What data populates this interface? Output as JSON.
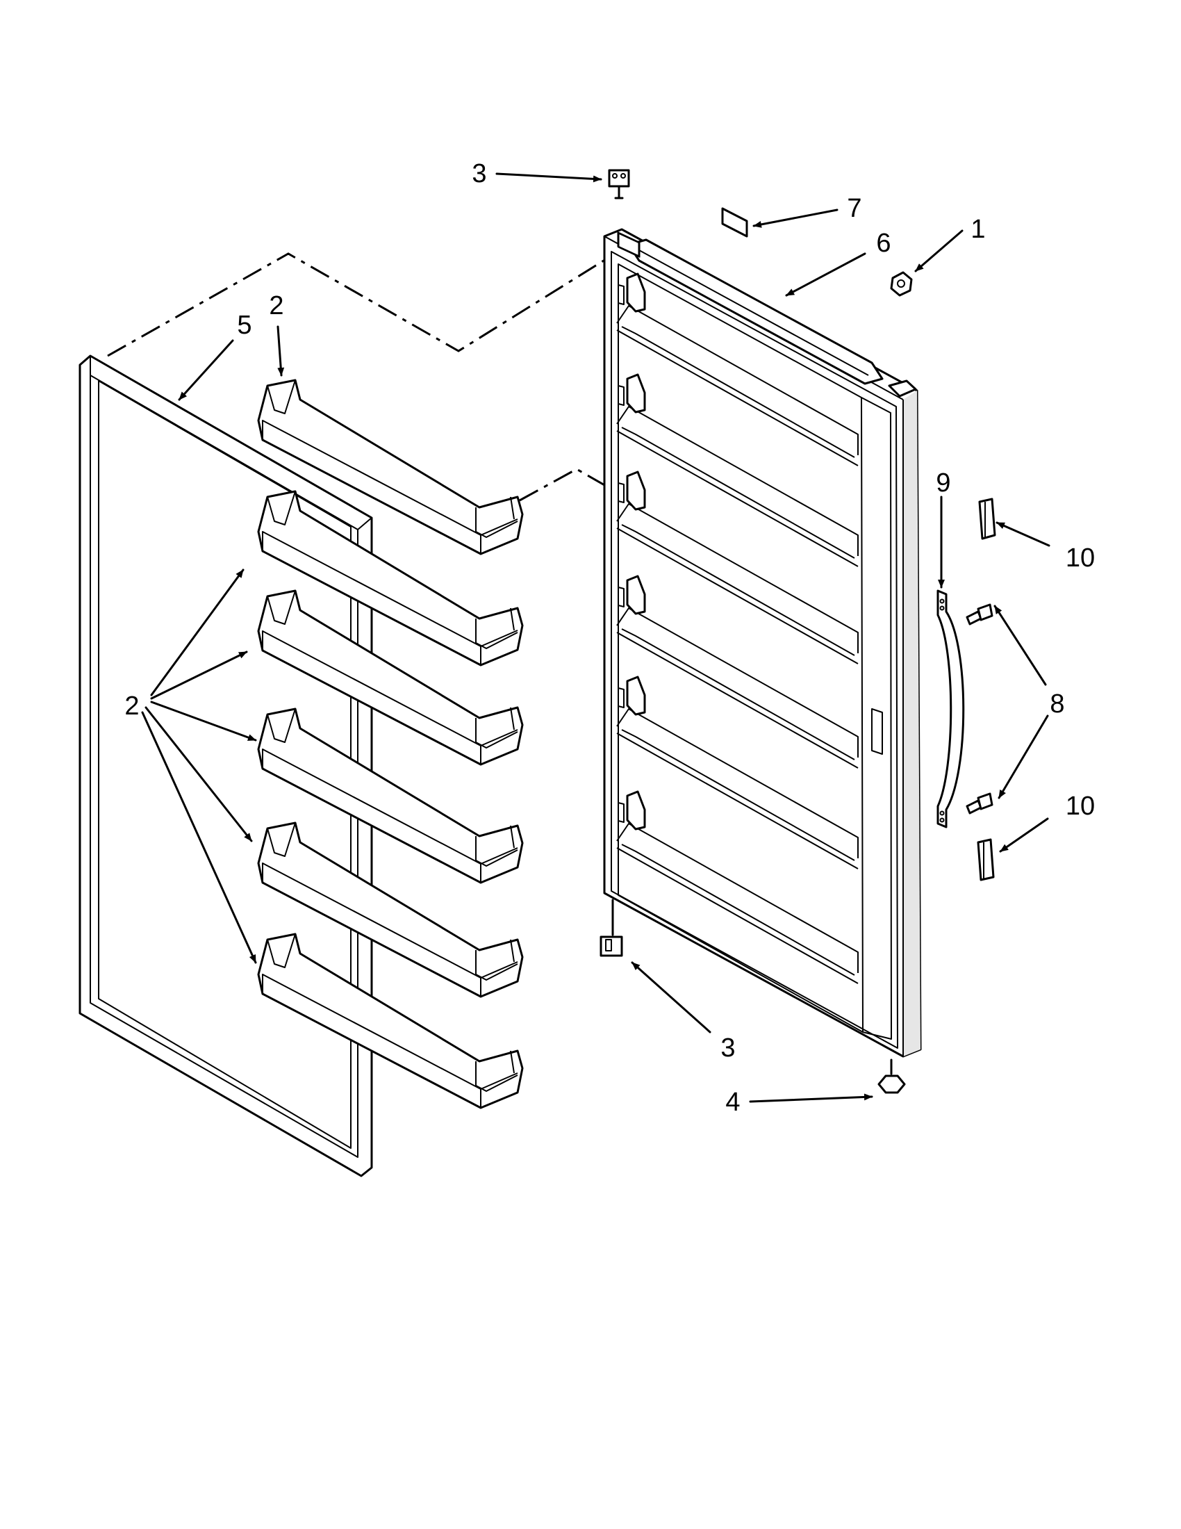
{
  "callouts": {
    "c1": "1",
    "c2_top": "2",
    "c2_left": "2",
    "c3_top": "3",
    "c3_bottom": "3",
    "c4": "4",
    "c5": "5",
    "c6": "6",
    "c7": "7",
    "c8": "8",
    "c9": "9",
    "c10_top": "10",
    "c10_bottom": "10"
  }
}
